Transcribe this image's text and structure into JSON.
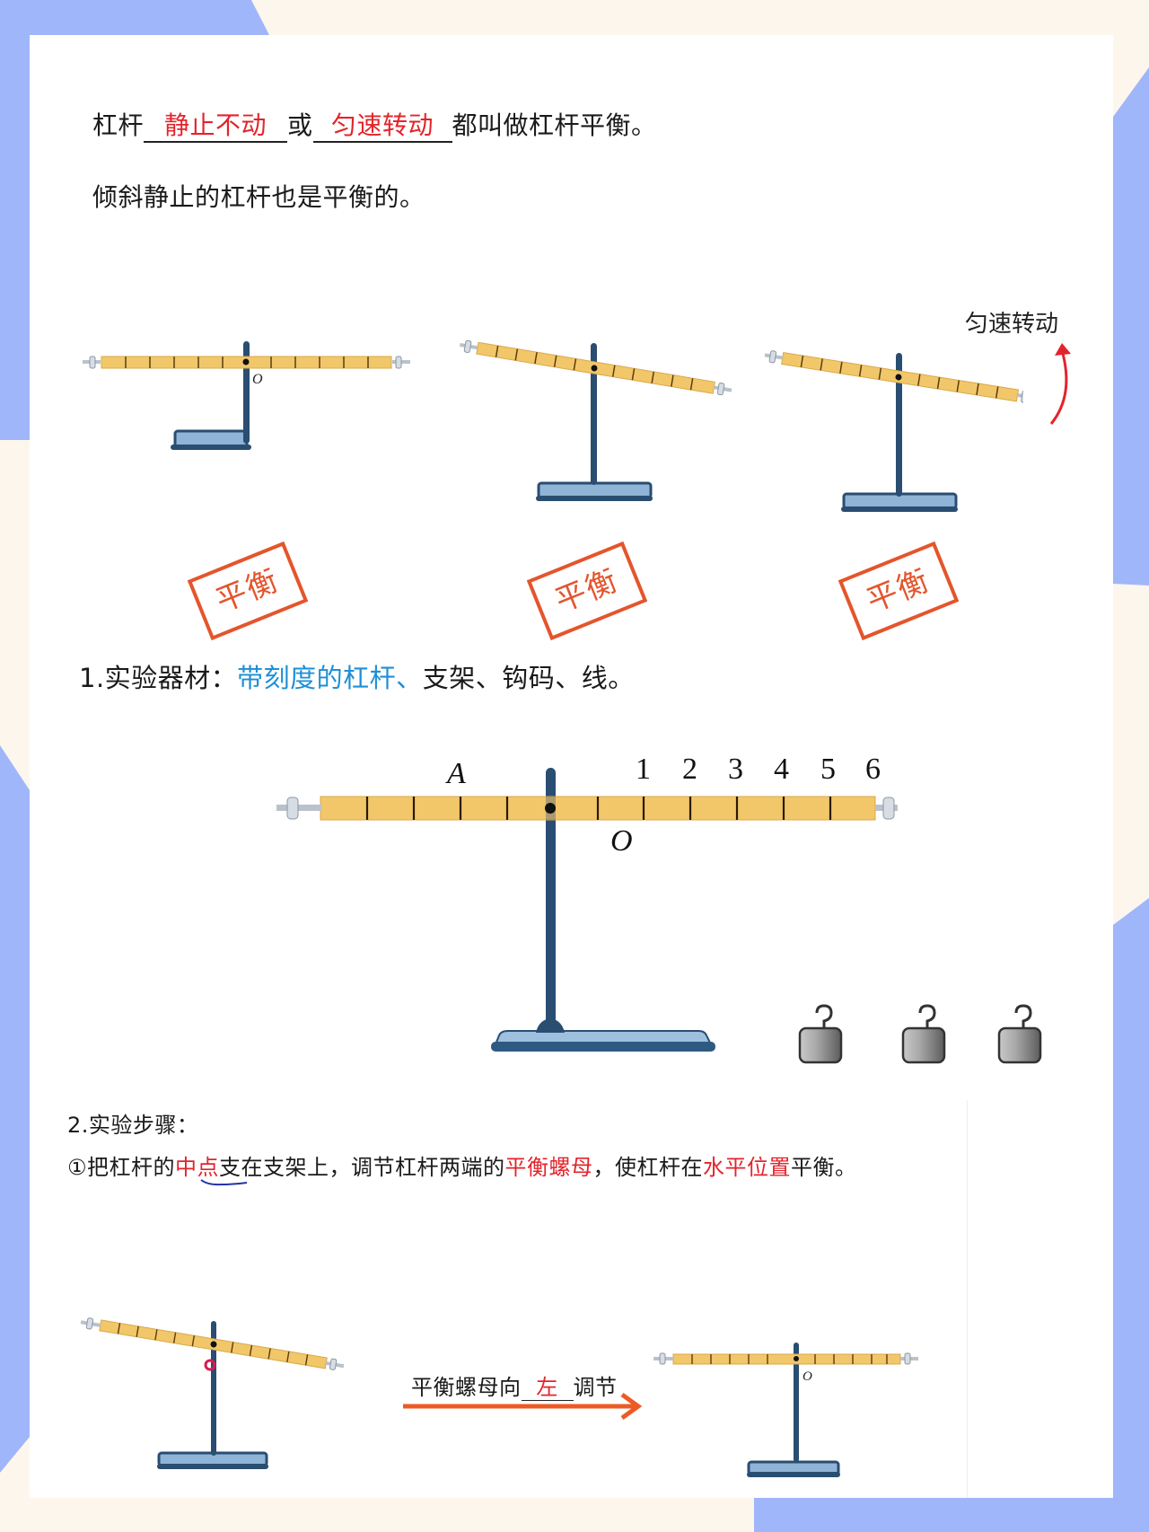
{
  "background": {
    "cream": "#fdf6ec",
    "blue": "#a0b6fa",
    "paper": "#ffffff"
  },
  "colors": {
    "answer_red": "#e3242b",
    "highlight_blue": "#1e8fd6",
    "stamp_orange": "#e4552c",
    "lever_yellow": "#f2c76a",
    "stand_navy": "#2a4d72",
    "base_blue": "#8fb4d6"
  },
  "intro": {
    "line1": {
      "prefix": "杠杆",
      "blank1": "静止不动",
      "middle": "或",
      "blank2": "匀速转动",
      "suffix": "都叫做杠杆平衡。"
    },
    "line2": "倾斜静止的杠杆也是平衡的。"
  },
  "balance_examples": [
    {
      "state": "horizontal",
      "pivot_label": "O",
      "stamp": "平衡"
    },
    {
      "state": "tilted",
      "stamp": "平衡"
    },
    {
      "state": "rotating",
      "rotation_label": "匀速转动",
      "rotation_arrow": "curved-up-arrow",
      "stamp": "平衡"
    }
  ],
  "section1": {
    "heading": "1.实验器材：",
    "items_highlight": "带刻度的杠杆、",
    "items_rest": "支架、钩码、线。",
    "diagram": {
      "point_a": "A",
      "pivot": "O",
      "scale_marks": [
        "1",
        "2",
        "3",
        "4",
        "5",
        "6"
      ],
      "weights_count": 3
    }
  },
  "section2": {
    "heading": "2.实验步骤：",
    "step1": {
      "bullet": "①",
      "part1": "把杠杆的",
      "hl1": "中点",
      "part2": "支在支架上，调节杠杆两端的",
      "hl2": "平衡螺母",
      "part3": "，使杠杆在",
      "hl3": "水平位置",
      "part4": "平衡。"
    },
    "adjust": {
      "prefix": "平衡螺母向",
      "answer": "左",
      "suffix": "调节",
      "arrow": "right-arrow"
    },
    "result_pivot": "O"
  }
}
